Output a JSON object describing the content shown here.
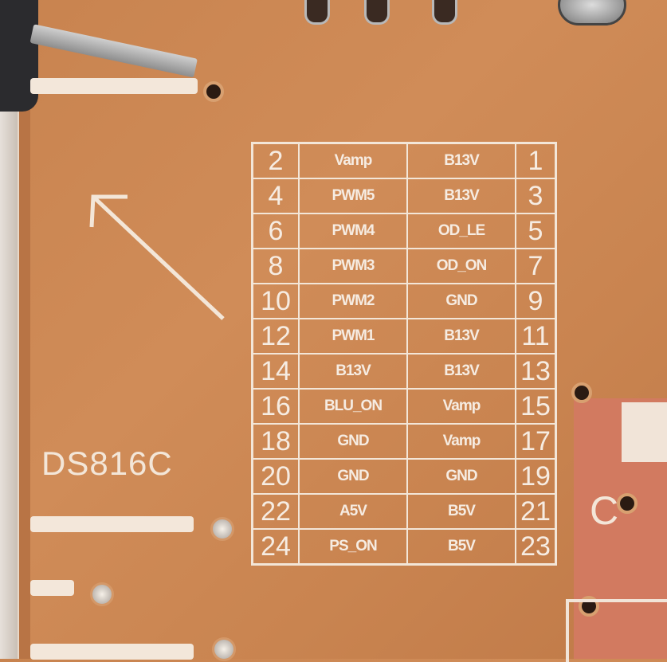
{
  "board_label": "DS816C",
  "partial_label": "C",
  "connector_pinout": [
    {
      "left_pin": "2",
      "left_signal": "Vamp",
      "right_signal": "B13V",
      "right_pin": "1"
    },
    {
      "left_pin": "4",
      "left_signal": "PWM5",
      "right_signal": "B13V",
      "right_pin": "3"
    },
    {
      "left_pin": "6",
      "left_signal": "PWM4",
      "right_signal": "OD_LE",
      "right_pin": "5"
    },
    {
      "left_pin": "8",
      "left_signal": "PWM3",
      "right_signal": "OD_ON",
      "right_pin": "7"
    },
    {
      "left_pin": "10",
      "left_signal": "PWM2",
      "right_signal": "GND",
      "right_pin": "9"
    },
    {
      "left_pin": "12",
      "left_signal": "PWM1",
      "right_signal": "B13V",
      "right_pin": "11"
    },
    {
      "left_pin": "14",
      "left_signal": "B13V",
      "right_signal": "B13V",
      "right_pin": "13"
    },
    {
      "left_pin": "16",
      "left_signal": "BLU_ON",
      "right_signal": "Vamp",
      "right_pin": "15"
    },
    {
      "left_pin": "18",
      "left_signal": "GND",
      "right_signal": "Vamp",
      "right_pin": "17"
    },
    {
      "left_pin": "20",
      "left_signal": "GND",
      "right_signal": "GND",
      "right_pin": "19"
    },
    {
      "left_pin": "22",
      "left_signal": "A5V",
      "right_signal": "B5V",
      "right_pin": "21"
    },
    {
      "left_pin": "24",
      "left_signal": "PS_ON",
      "right_signal": "B5V",
      "right_pin": "23"
    }
  ]
}
